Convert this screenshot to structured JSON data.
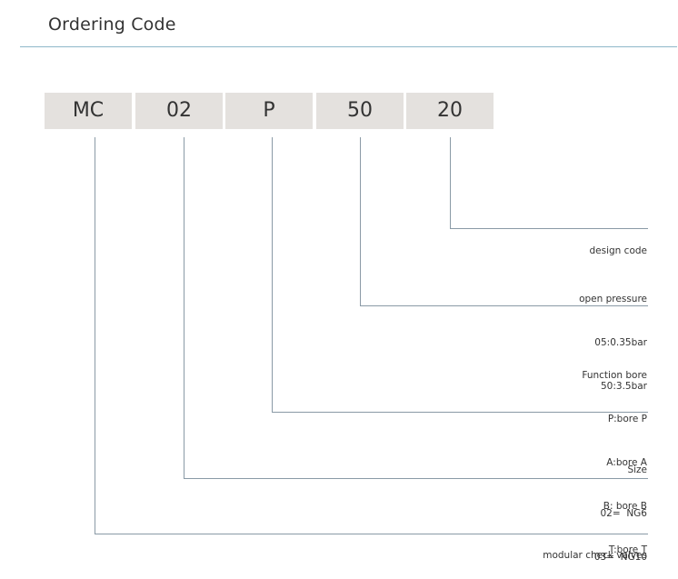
{
  "title": "Ordering Code",
  "code_segments": [
    "MC",
    "02",
    "P",
    "50",
    "20"
  ],
  "annotations": {
    "design_code": [
      "design code"
    ],
    "open_pressure": [
      "open pressure",
      "05:0.35bar",
      "50:3.5bar"
    ],
    "function_bore": [
      "Function bore",
      "P:bore P",
      "A:bore A",
      "B: bore B",
      "T:bore T"
    ],
    "size": [
      "Size",
      "02=  NG6",
      "03=  NG10"
    ],
    "type": [
      "modular check valves"
    ]
  }
}
